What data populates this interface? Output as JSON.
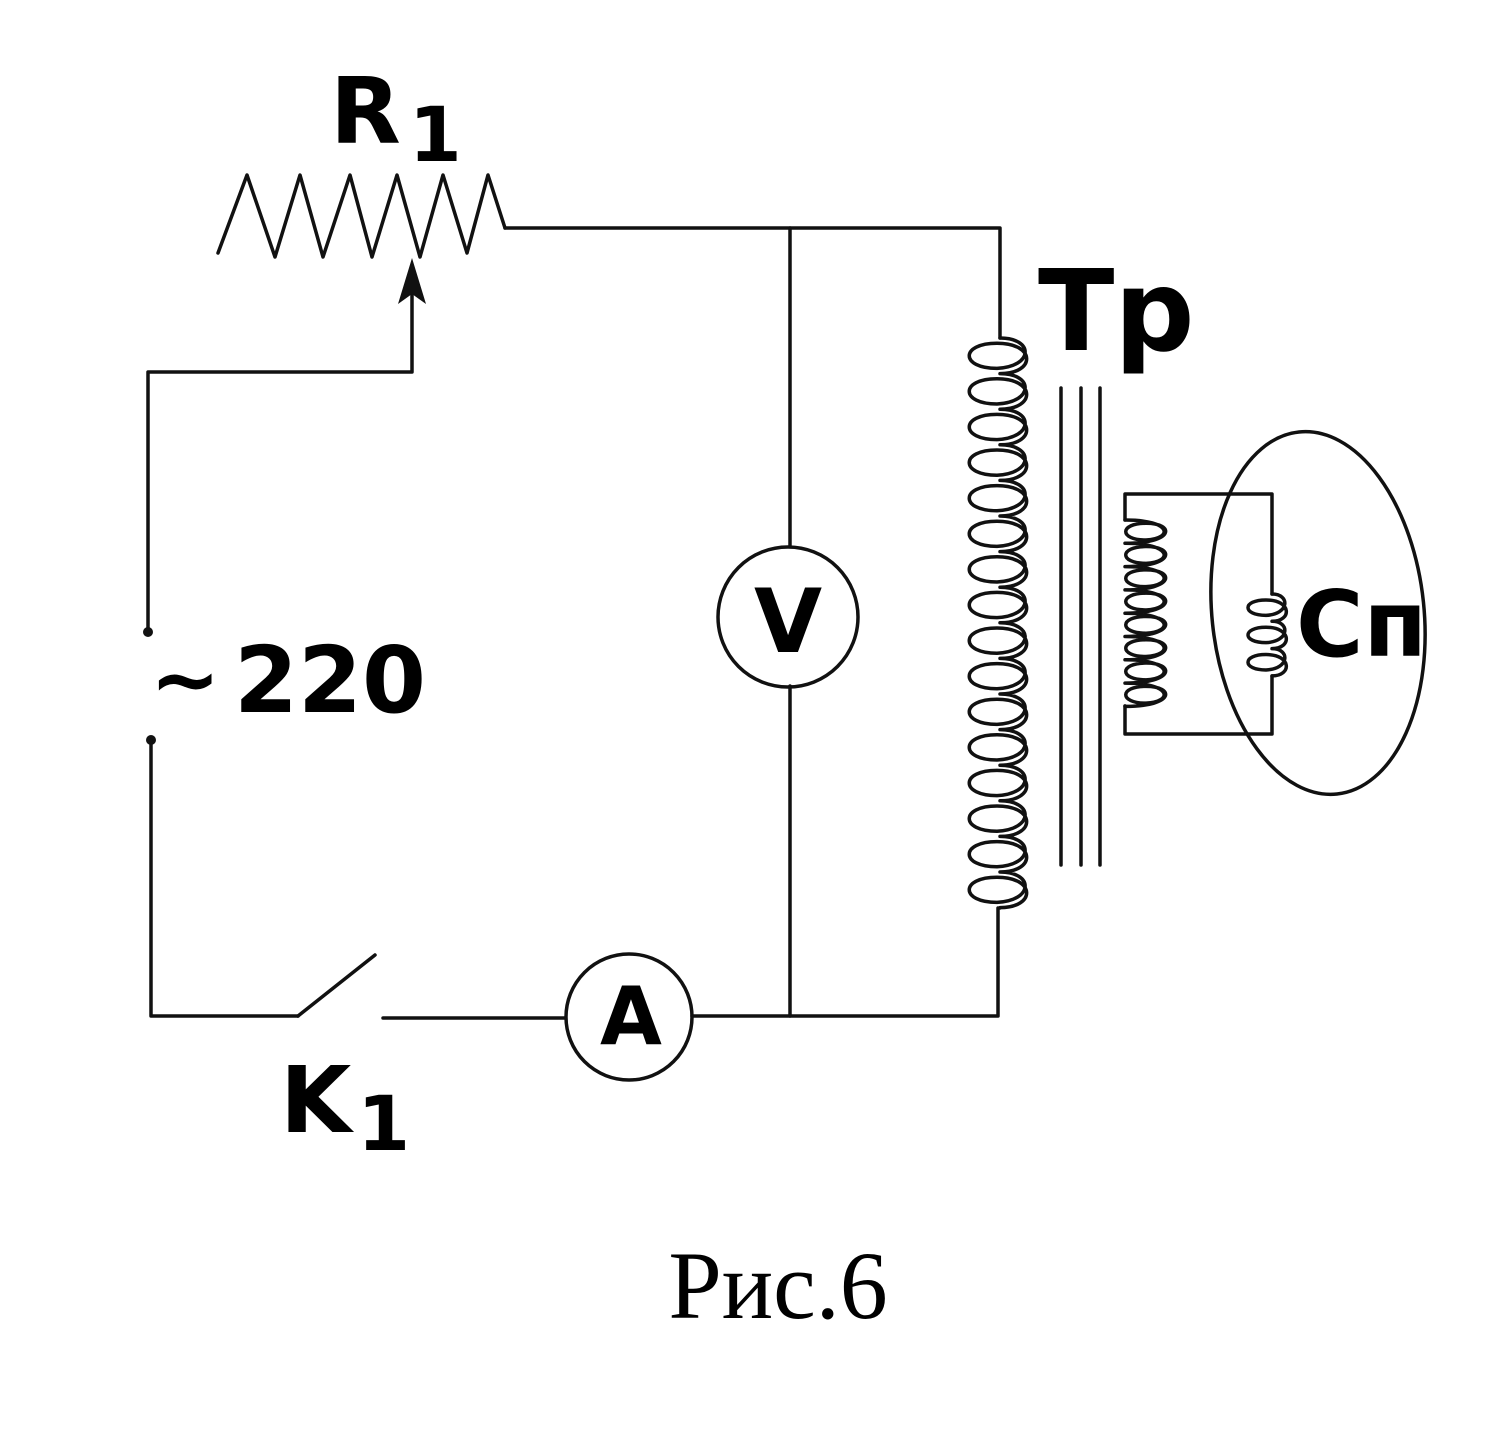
{
  "labels": {
    "rheostat_main": "R",
    "rheostat_sub": "1",
    "transformer": "Тр",
    "spiral": "Сп",
    "source_symbol": "~",
    "source_voltage": "220",
    "switch_main": "K",
    "switch_sub": "1"
  },
  "meters": {
    "voltmeter": "V",
    "ammeter": "A"
  },
  "caption": "Рис.6"
}
